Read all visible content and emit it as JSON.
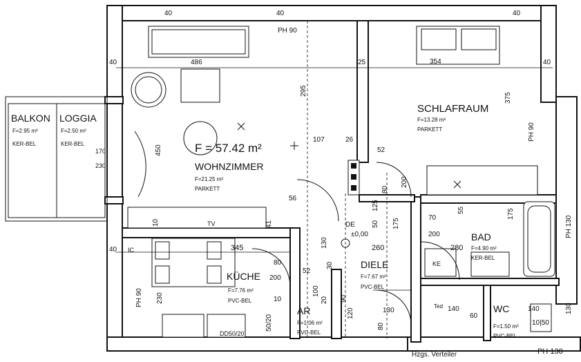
{
  "rooms": {
    "balkon": {
      "name": "BALKON",
      "area": "F=2.95 m²",
      "floor": "KER-BEL"
    },
    "loggia": {
      "name": "LOGGIA",
      "area": "F=2.50 m²",
      "floor": "KER-BEL"
    },
    "wohnzimmer": {
      "name": "WOHNZIMMER",
      "area": "F=21.25 m²",
      "floor": "PARKETT"
    },
    "schlafraum": {
      "name": "SCHLAFRAUM",
      "area": "F=13.28 m²",
      "floor": "PARKETT"
    },
    "kueche": {
      "name": "KÜCHE",
      "area": "F=7.76 m²",
      "floor": "PVC-BEL"
    },
    "diele": {
      "name": "DIELE",
      "area": "F=7.67 m²",
      "floor": "PVC-BEL"
    },
    "bad": {
      "name": "BAD",
      "area": "F=4.90 m²",
      "floor": "KER-BEL"
    },
    "ar": {
      "name": "AR",
      "area": "F=1.06 m²",
      "floor": "PVC-BEL"
    },
    "wc": {
      "name": "WC",
      "area": "F=1.50 m²",
      "floor": "PVC-BEL"
    }
  },
  "total_area": "F = 57.42 m²",
  "dimensions": {
    "d40a": "40",
    "d40b": "40",
    "d40c": "40",
    "d40d": "40",
    "d40e": "40",
    "d40f": "40",
    "d486": "486",
    "d25": "25",
    "d354": "354",
    "d375": "375",
    "d295": "295",
    "d450": "450",
    "d107": "107",
    "d26": "26",
    "d52a": "52",
    "d80a": "80",
    "d200a": "200",
    "d170": "170",
    "d230a": "230",
    "d56": "56",
    "d41": "41",
    "d10a": "10",
    "d345": "345",
    "d175a": "175",
    "d130a": "130",
    "d200b": "200",
    "d30": "30",
    "d70": "70",
    "d55": "55",
    "d125": "125",
    "d50": "50",
    "d175b": "175",
    "d130b": "130",
    "d260": "260",
    "d280": "280",
    "d80b": "80",
    "d200c": "200",
    "d52b": "52",
    "d130c": "130",
    "d140a": "140",
    "d140b": "140",
    "d60": "60",
    "d80c": "80",
    "d230b": "230",
    "d1050": "10|50",
    "d100": "100",
    "d20": "20",
    "d120": "120",
    "d90a": "90",
    "d10b": "10",
    "d5350": "50/20"
  },
  "labels": {
    "ph90_top": "PH 90",
    "ph90_right": "PH 90",
    "ph90_left": "PH 90",
    "ph130_right": "PH 130",
    "ph130_bottom": "PH 130",
    "tv": "TV",
    "dd": "DD50/20",
    "de": "DE",
    "pm": "±0,00",
    "hzgs": "Hzgs. Verteiler",
    "ic": "IC",
    "ke": "KE",
    "tedy": "Ted"
  },
  "balkon_dims": {
    "top": "170",
    "bottom": "230"
  }
}
